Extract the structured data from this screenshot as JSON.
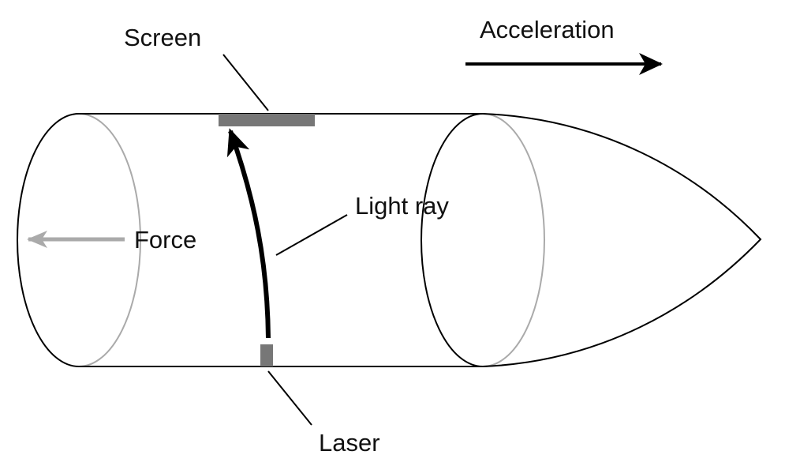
{
  "labels": {
    "screen": "Screen",
    "acceleration": "Acceleration",
    "light_ray": "Light ray",
    "force": "Force",
    "laser": "Laser"
  },
  "colors": {
    "outline": "#000000",
    "hidden_edge": "#aaaaaa",
    "force_arrow": "#aaaaaa",
    "device": "#777777",
    "text": "#111111"
  },
  "icons": {
    "acceleration": "arrow-right-icon",
    "force": "arrow-left-icon",
    "light_ray": "curved-arrow-up-icon"
  }
}
